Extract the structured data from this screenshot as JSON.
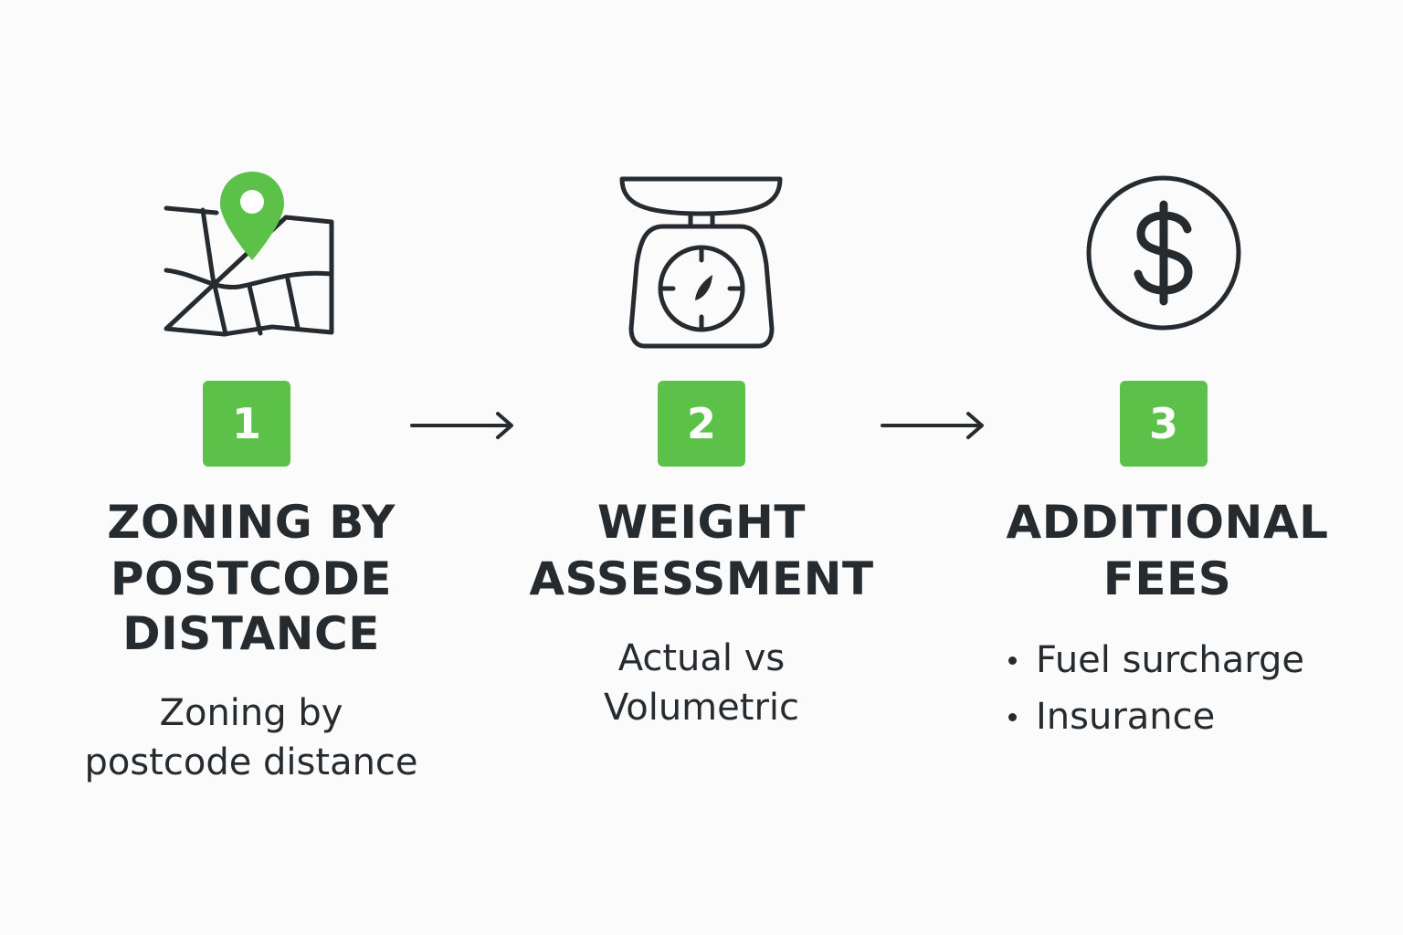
{
  "colors": {
    "accent": "#5cc148",
    "ink": "#262b30",
    "background": "#fbfbfb"
  },
  "steps": [
    {
      "number": "1",
      "icon": "map-pin-icon",
      "title_lines": [
        "ZONING BY",
        "POSTCODE",
        "DISTANCE"
      ],
      "desc_lines": [
        "Zoning by",
        "postcode distance"
      ]
    },
    {
      "number": "2",
      "icon": "weighing-scale-icon",
      "title_lines": [
        "WEIGHT",
        "ASSESSMENT"
      ],
      "desc_lines": [
        "Actual vs",
        "Volumetric"
      ]
    },
    {
      "number": "3",
      "icon": "dollar-coin-icon",
      "title_lines": [
        "ADDITIONAL",
        "FEES"
      ],
      "bullets": [
        "Fuel surcharge",
        "Insurance"
      ]
    }
  ],
  "connectors": [
    "arrow-right-icon",
    "arrow-right-icon"
  ]
}
